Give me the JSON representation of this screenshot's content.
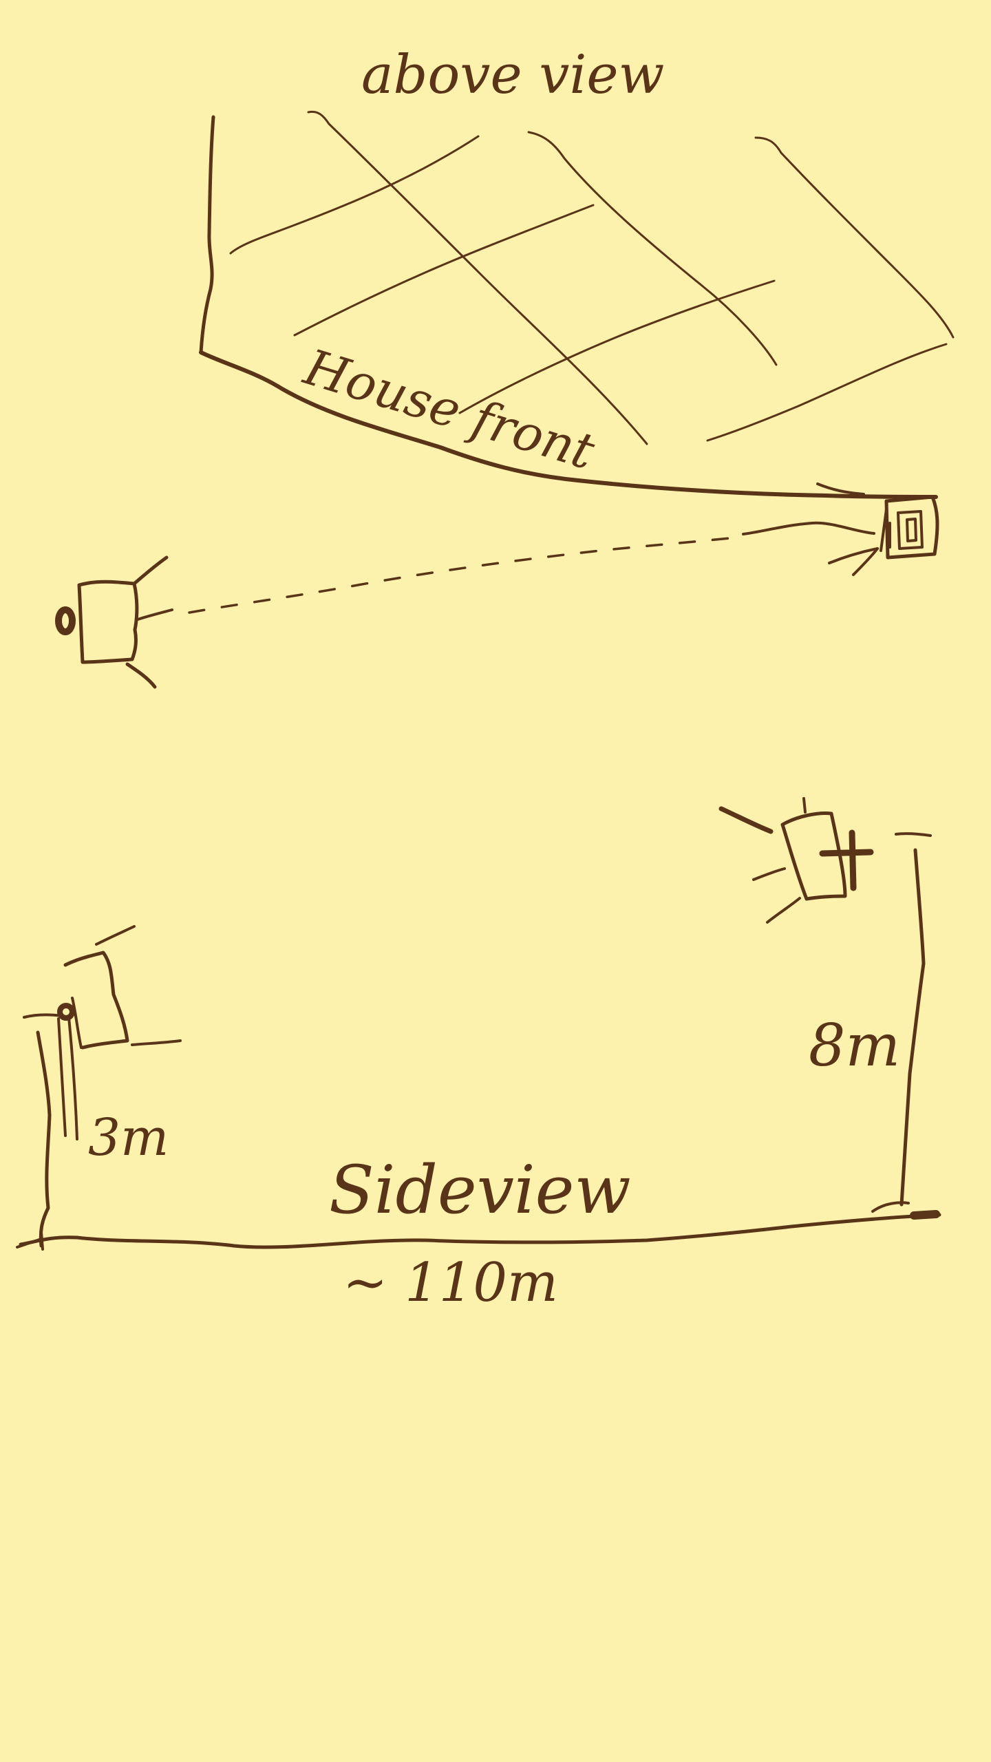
{
  "sketch": {
    "ink_color": "#5A3418",
    "paper_color": "#FCF1AD",
    "top_view": {
      "title": "above view",
      "wall_label": "House front"
    },
    "side_view": {
      "title": "Sideview",
      "right_height_label": "8m",
      "left_height_label": "3m",
      "distance_label": "~ 110m"
    }
  }
}
